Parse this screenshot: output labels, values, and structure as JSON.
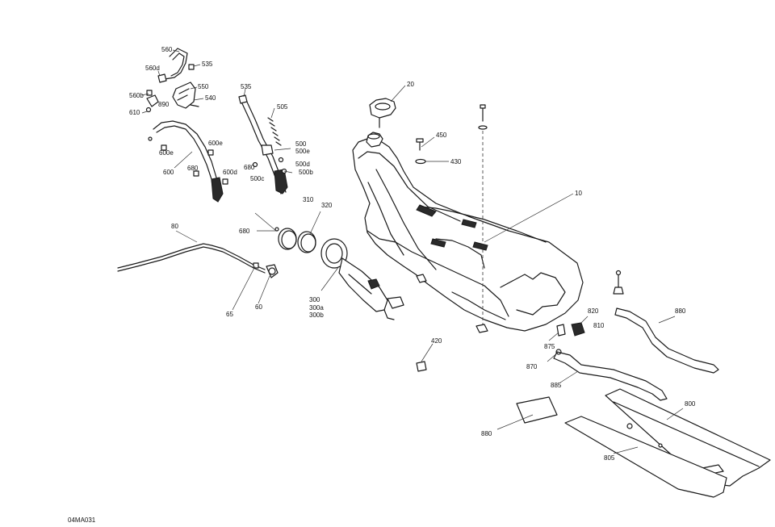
{
  "diagram": {
    "reference_code": "04MA031",
    "callouts": {
      "c20": "20",
      "c10": "10",
      "c450": "450",
      "c430": "430",
      "c420": "420",
      "c560": "560",
      "c535a": "535",
      "c560d": "560d",
      "c550": "550",
      "c540": "540",
      "c560b": "560b",
      "c890": "890",
      "c610": "610",
      "c600": "600",
      "c600e_left": "600e",
      "c600e_right": "600e",
      "c600d": "600d",
      "c680a": "680",
      "c535b": "535",
      "c505": "505",
      "c500": "500",
      "c500e": "500e",
      "c500d": "500d",
      "c500b": "500b",
      "c500c": "500c",
      "c680b": "680",
      "c310": "310",
      "c320": "320",
      "c680c": "680",
      "c300": "300",
      "c300a": "300a",
      "c300b": "300b",
      "c80": "80",
      "c65": "65",
      "c60": "60",
      "c820": "820",
      "c810": "810",
      "c875": "875",
      "c870": "870",
      "c885": "885",
      "c880a": "880",
      "c800": "800",
      "c880b": "880",
      "c805": "805"
    }
  }
}
